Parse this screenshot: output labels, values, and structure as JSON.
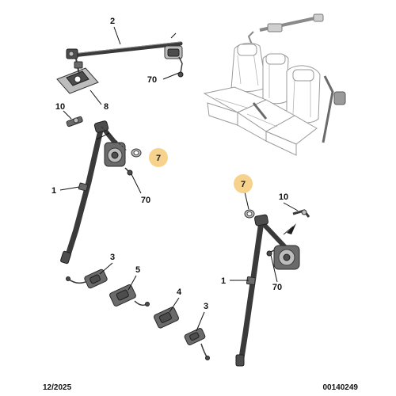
{
  "callouts": {
    "c2": "2",
    "c70_top": "70",
    "c8": "8",
    "c10_left": "10",
    "c7_left": "7",
    "c1_left": "1",
    "c70_left": "70",
    "c7_right": "7",
    "c10_right": "10",
    "c1_right": "1",
    "c70_right": "70",
    "c3_top": "3",
    "c5": "5",
    "c4": "4",
    "c3_bottom": "3"
  },
  "highlight_color": "#f6d28c",
  "footer": {
    "date": "12/2025",
    "reference": "00140249"
  }
}
